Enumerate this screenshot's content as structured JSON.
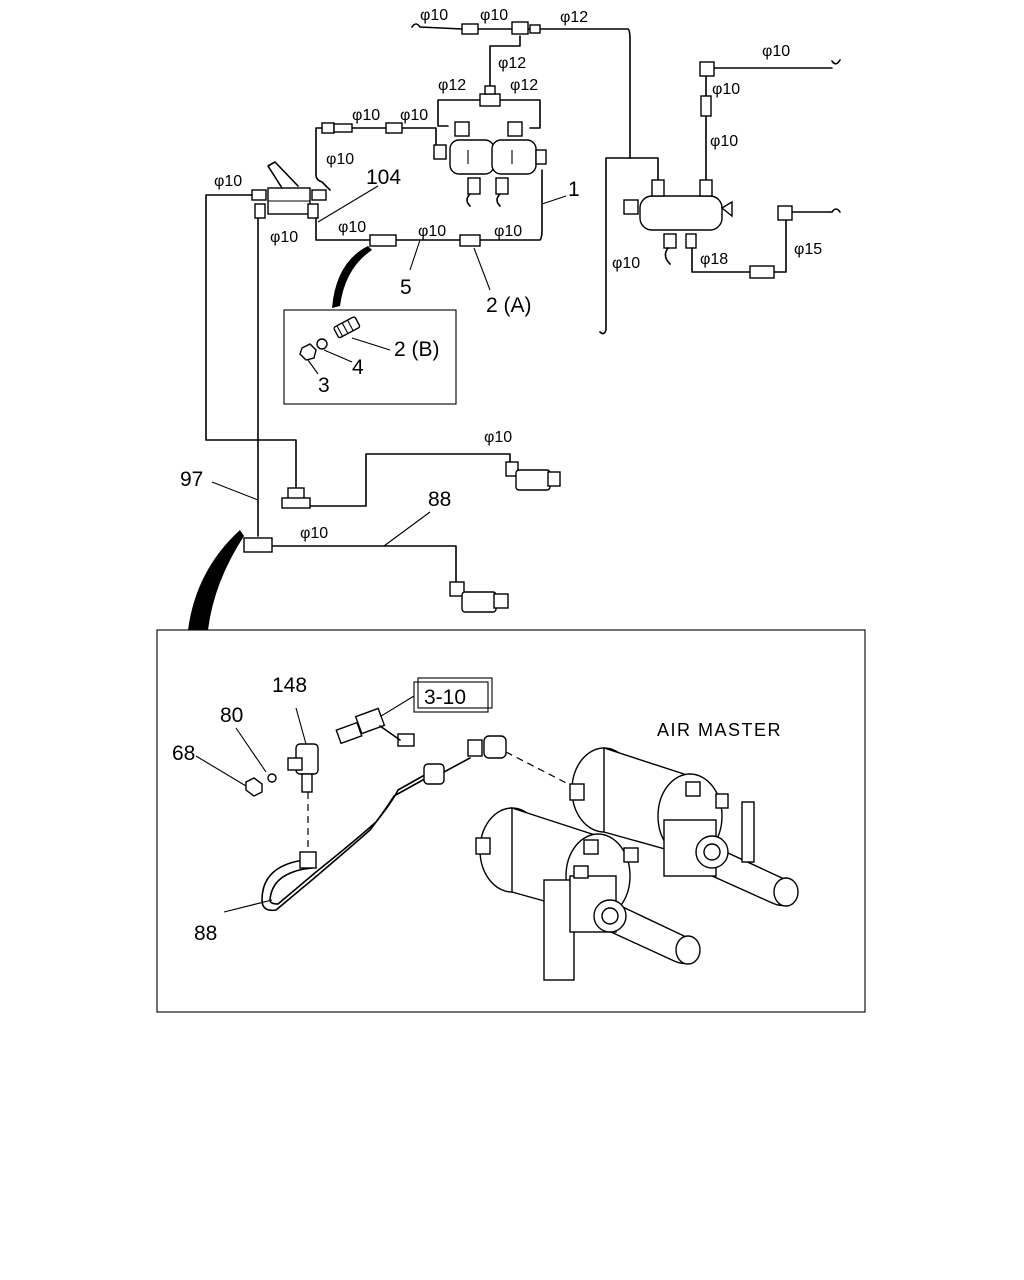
{
  "diameters": {
    "top_left_a": "φ10",
    "top_left_b": "φ10",
    "top_right_12": "φ12",
    "tee_12": "φ12",
    "manifold_12_left": "φ12",
    "manifold_12_right": "φ12",
    "upper_10_a": "φ10",
    "upper_10_b": "φ10",
    "left_vertical_10": "φ10",
    "valve_left_10": "φ10",
    "valve_below_10": "φ10",
    "lower_10_a": "φ10",
    "lower_10_b": "φ10",
    "lower_10_c": "φ10",
    "tank_right_10_top": "φ10",
    "tank_right_10_a": "φ10",
    "tank_right_10_b": "φ10",
    "tank_down_10": "φ10",
    "tank_18": "φ18",
    "tank_15": "φ15",
    "mid_right_10": "φ10",
    "bottom_10": "φ10"
  },
  "callouts": {
    "c104": "104",
    "c1": "1",
    "c5": "5",
    "c2a": "2 (A)",
    "c2b": "2 (B)",
    "c4": "4",
    "c3": "3",
    "c97": "97",
    "c88_top": "88",
    "c148": "148",
    "c80": "80",
    "c68": "68",
    "c88_bottom": "88",
    "ref_box": "3-10"
  },
  "detail_caption": "AIR MASTER"
}
